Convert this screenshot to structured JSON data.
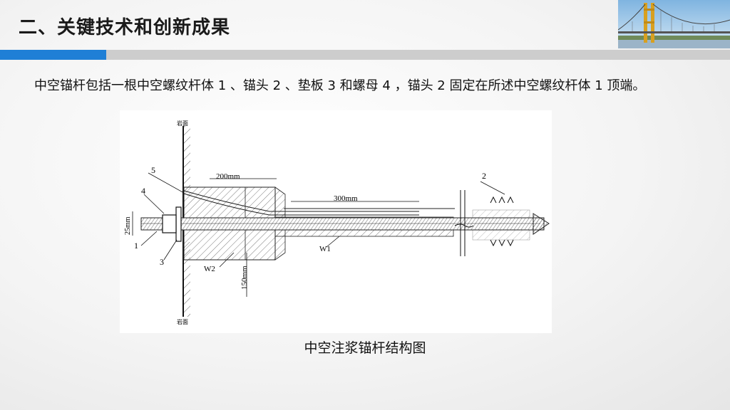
{
  "header": {
    "title": "二、关键技术和创新成果"
  },
  "body": {
    "paragraph": "中空锚杆包括一根中空螺纹杆体 1 、锚头 2 、垫板 3 和螺母 4 ，锚头 2 固定在所述中空螺纹杆体 1 顶端。"
  },
  "figure": {
    "caption": "中空注浆锚杆结构图",
    "labels": {
      "rock_top": "岩面",
      "rock_bottom": "岩面",
      "dim_200": "200mm",
      "dim_300": "300mm",
      "dim_150": "150mm",
      "dim_25": "25mm",
      "n1": "1",
      "n2": "2",
      "n3": "3",
      "n4": "4",
      "n5": "5",
      "w1": "W1",
      "w2": "W2"
    }
  },
  "colors": {
    "accent": "#1f7fd6",
    "divider": "#cdcdcd"
  }
}
